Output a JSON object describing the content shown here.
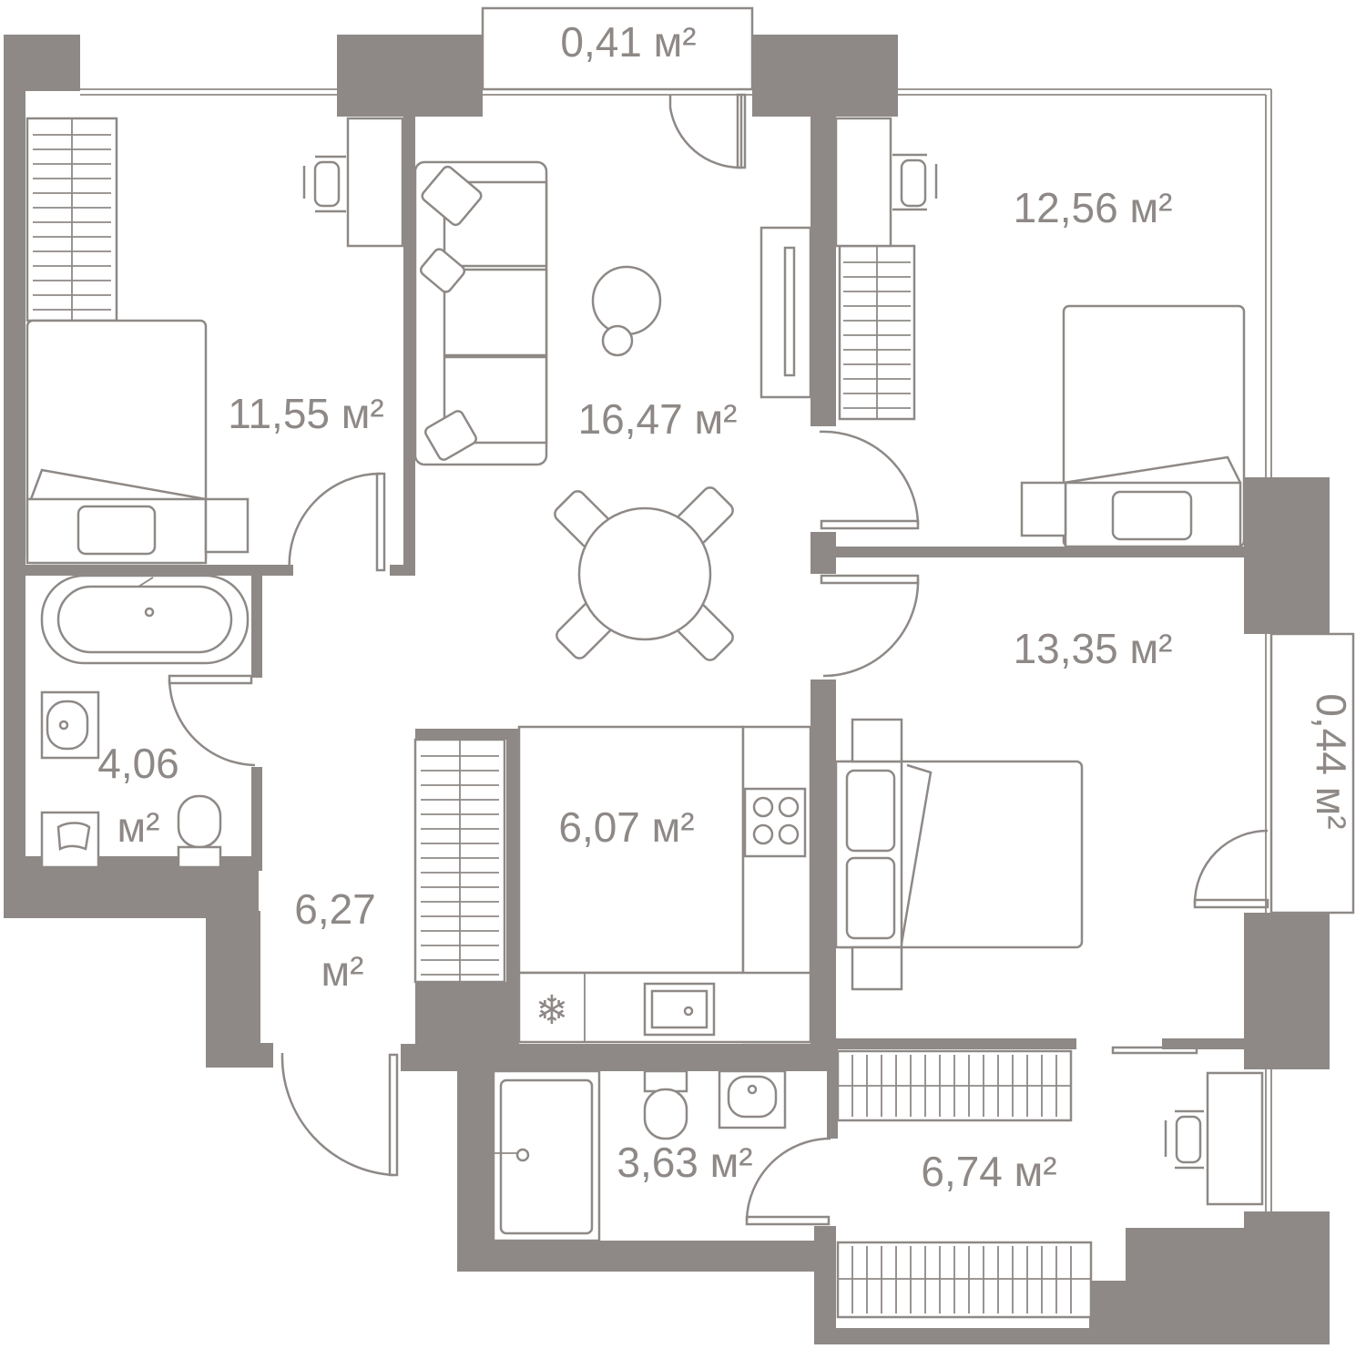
{
  "plan": {
    "wall_color": "#8e8986",
    "rooms": [
      {
        "id": "balcony-top",
        "area_line1": "0,41 м²",
        "area_line2": ""
      },
      {
        "id": "bedroom-left",
        "area_line1": "11,55 м²",
        "area_line2": ""
      },
      {
        "id": "living",
        "area_line1": "16,47 м²",
        "area_line2": ""
      },
      {
        "id": "bedroom-top-right",
        "area_line1": "12,56 м²",
        "area_line2": ""
      },
      {
        "id": "bedroom-right",
        "area_line1": "13,35 м²",
        "area_line2": ""
      },
      {
        "id": "balcony-right",
        "area_line1": "0,44 м²",
        "area_line2": ""
      },
      {
        "id": "bathroom-left",
        "area_line1": "4,06",
        "area_line2": "м²"
      },
      {
        "id": "kitchen",
        "area_line1": "6,07 м²",
        "area_line2": ""
      },
      {
        "id": "hall",
        "area_line1": "6,27",
        "area_line2": "м²"
      },
      {
        "id": "bathroom-bottom",
        "area_line1": "3,63 м²",
        "area_line2": ""
      },
      {
        "id": "study",
        "area_line1": "6,74 м²",
        "area_line2": ""
      }
    ]
  }
}
